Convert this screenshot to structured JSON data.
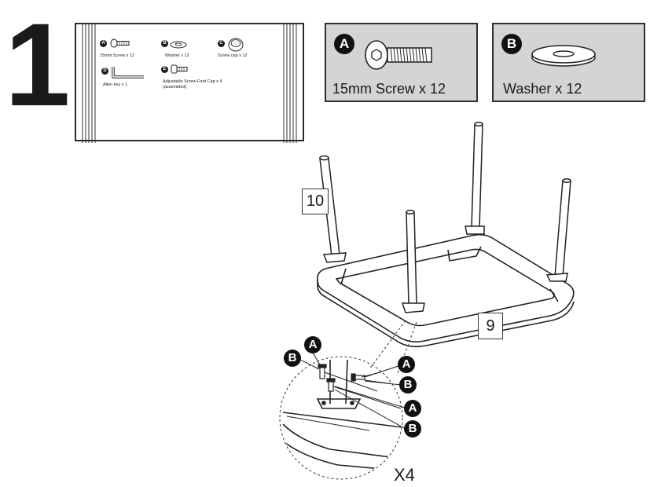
{
  "step": {
    "number": "1"
  },
  "bag": {
    "items": [
      {
        "letter": "A",
        "label": "15mm Screw x 12"
      },
      {
        "letter": "B",
        "label": "Washer x 12"
      },
      {
        "letter": "C",
        "label": "Screw cap x 12"
      },
      {
        "letter": "D",
        "label": "Allen key x 1"
      },
      {
        "letter": "E",
        "label": "Adjustable Screw Foot Cap x 4 (assembled)"
      }
    ]
  },
  "panels": {
    "a": {
      "letter": "A",
      "label": "15mm Screw x 12"
    },
    "b": {
      "letter": "B",
      "label": "Washer x 12"
    }
  },
  "assembly": {
    "part_leg": "10",
    "part_frame": "9",
    "callout_letters": [
      "A",
      "B",
      "A",
      "B",
      "A",
      "B"
    ],
    "quantity": "X4"
  }
}
